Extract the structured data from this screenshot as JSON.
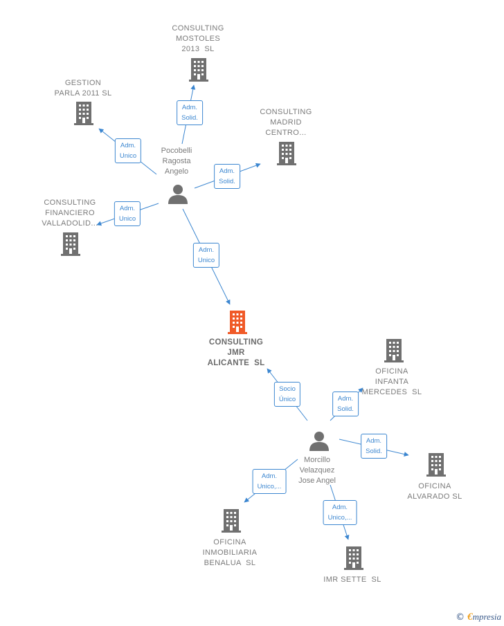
{
  "colors": {
    "edge": "#3b86d0",
    "building": "#707070",
    "building_main": "#f05a28",
    "person": "#707070"
  },
  "nodes": {
    "main": {
      "label": "CONSULTING\nJMR\nALICANTE  SL",
      "icon": "building-icon"
    },
    "mostoles": {
      "label": "CONSULTING\nMOSTOLES\n2013  SL",
      "icon": "building-icon"
    },
    "gestion": {
      "label": "GESTION\nPARLA 2011 SL",
      "icon": "building-icon"
    },
    "madrid": {
      "label": "CONSULTING\nMADRID\nCENTRO...",
      "icon": "building-icon"
    },
    "valladolid": {
      "label": "CONSULTING\nFINANCIERO\nVALLADOLID...",
      "icon": "building-icon"
    },
    "pocobelli": {
      "label": "Pocobelli\nRagosta\nAngelo",
      "icon": "person-icon"
    },
    "morcillo": {
      "label": "Morcillo\nVelazquez\nJose Angel",
      "icon": "person-icon"
    },
    "infanta": {
      "label": "OFICINA\nINFANTA\nMERCEDES  SL",
      "icon": "building-icon"
    },
    "alvarado": {
      "label": "OFICINA\nALVARADO SL",
      "icon": "building-icon"
    },
    "benalua": {
      "label": "OFICINA\nINMOBILIARIA\nBENALUA  SL",
      "icon": "building-icon"
    },
    "sette": {
      "label": "IMR SETTE  SL",
      "icon": "building-icon"
    }
  },
  "edges": {
    "pocobelli_mostoles": "Adm.\nSolid.",
    "pocobelli_gestion": "Adm.\nUnico",
    "pocobelli_madrid": "Adm.\nSolid.",
    "pocobelli_valladolid": "Adm.\nUnico",
    "pocobelli_main": "Adm.\nUnico",
    "morcillo_main": "Socio\nÚnico",
    "morcillo_infanta": "Adm.\nSolid.",
    "morcillo_alvarado": "Adm.\nSolid.",
    "morcillo_benalua": "Adm.\nUnico,...",
    "morcillo_sette": "Adm.\nUnico,..."
  },
  "footer": {
    "copyright": "©",
    "brand_initial": "€",
    "brand_rest": "mpresia"
  }
}
